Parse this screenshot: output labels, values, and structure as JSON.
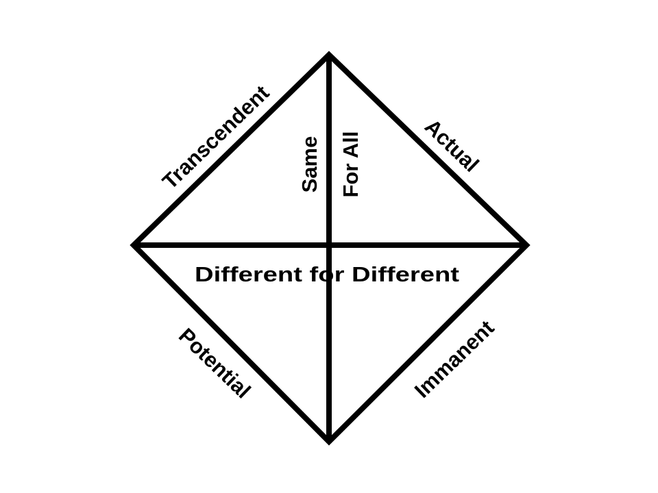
{
  "diagram": {
    "edges": {
      "upper_left": "Transcendent",
      "upper_right": "Actual",
      "lower_left": "Potential",
      "lower_right": "Immanent"
    },
    "vertical_axis": {
      "left": "Same",
      "right": "For All"
    },
    "horizontal_axis": "Different for Different",
    "line_color": "#000000"
  }
}
